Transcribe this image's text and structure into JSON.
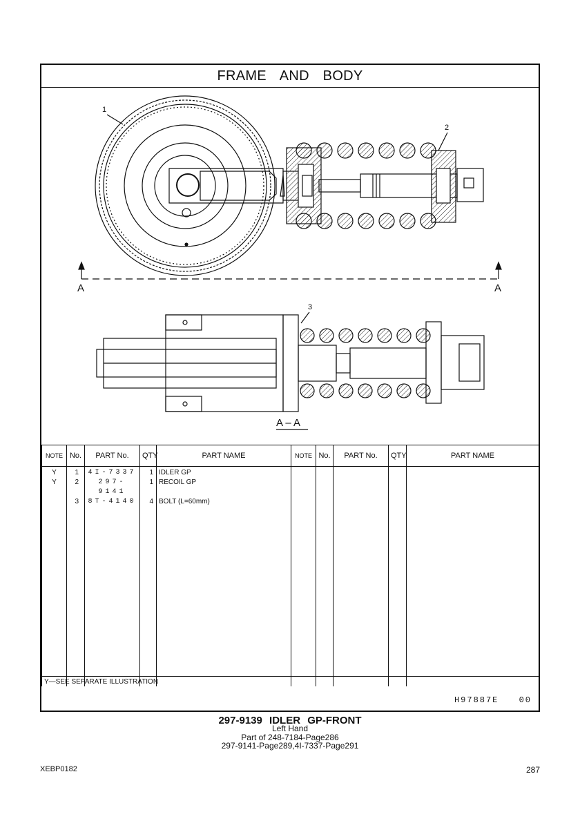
{
  "page": {
    "title": "FRAME  AND  BODY",
    "section_label_top_left": "A",
    "section_label_top_right": "A",
    "section_title": "A – A",
    "callouts": [
      "1",
      "2",
      "3"
    ]
  },
  "table": {
    "headers": [
      "NOTE",
      "No.",
      "PART No.",
      "QTY",
      "PART NAME",
      "NOTE",
      "No.",
      "PART No.",
      "QTY",
      "PART NAME"
    ],
    "rows": [
      {
        "note": "Y",
        "no": "1",
        "part": "4I-7337",
        "qty": "1",
        "name": "IDLER GP"
      },
      {
        "note": "Y",
        "no": "2",
        "part": "297-9141",
        "qty": "1",
        "name": "RECOIL GP"
      },
      {
        "note": "",
        "no": "3",
        "part": "8T-4140",
        "qty": "4",
        "name": "BOLT (L=60mm)"
      }
    ]
  },
  "footer": {
    "see_note": "Y—SEE SEPARATE ILLUSTRATION",
    "drawing_code": "H97887E",
    "drawing_rev": "00"
  },
  "caption": {
    "line1": "297-9139  IDLER GP-FRONT",
    "line2": "Left Hand",
    "line3": "Part of 248-7184-Page286",
    "line4": "297-9141-Page289,4I-7337-Page291"
  },
  "page_footer": {
    "doc_code": "XEBP0182",
    "page_number": "287"
  }
}
